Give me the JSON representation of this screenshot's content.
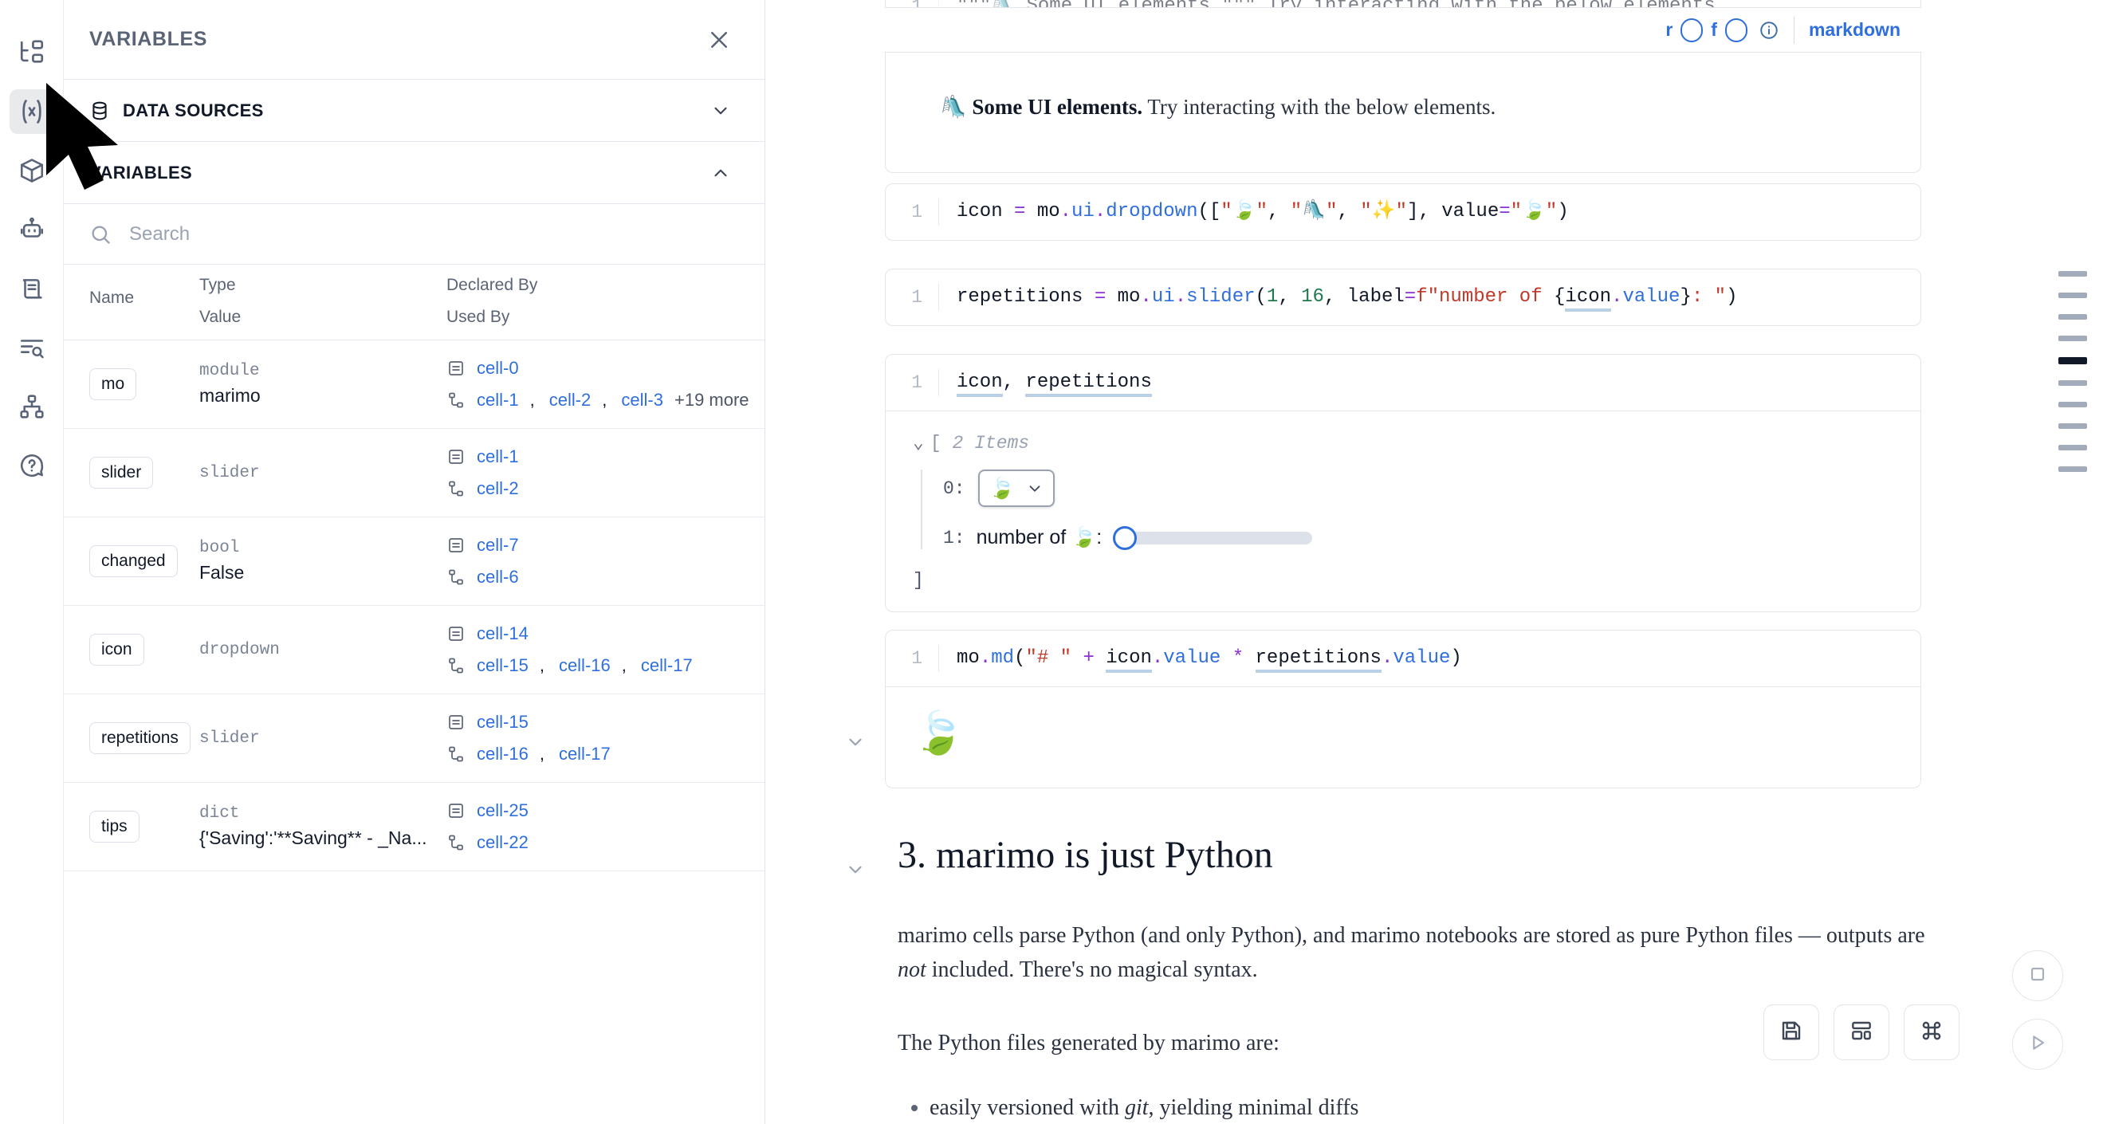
{
  "sidebar": {
    "items": [
      {
        "name": "file-explorer",
        "icon": "file-tree-icon",
        "active": false
      },
      {
        "name": "variables",
        "icon": "variables-fx-icon",
        "active": true
      },
      {
        "name": "packages",
        "icon": "cube-icon",
        "active": false
      },
      {
        "name": "chat",
        "icon": "robot-icon",
        "active": false
      },
      {
        "name": "scratchpad",
        "icon": "scroll-icon",
        "active": false
      },
      {
        "name": "logs",
        "icon": "logs-search-icon",
        "active": false
      },
      {
        "name": "dependency-graph",
        "icon": "sitemap-icon",
        "active": false
      },
      {
        "name": "help",
        "icon": "help-circle-icon",
        "active": false
      }
    ]
  },
  "panel": {
    "title": "VARIABLES",
    "close_icon": "close-icon",
    "sections": [
      {
        "label": "DATA SOURCES",
        "icon": "database-icon",
        "state_icon": "chevron-down-icon",
        "expanded": false
      },
      {
        "label": "VARIABLES",
        "icon": "",
        "state_icon": "chevron-up-icon",
        "expanded": true
      }
    ],
    "search": {
      "placeholder": "Search",
      "value": "",
      "icon": "search-icon"
    },
    "table": {
      "headers": {
        "name": "Name",
        "type": "Type",
        "value": "Value",
        "declared_by": "Declared By",
        "used_by": "Used By"
      },
      "rows": [
        {
          "name": "mo",
          "type": "module",
          "value": "marimo",
          "declared_by": [
            "cell-0"
          ],
          "used_by": [
            "cell-1",
            "cell-2",
            "cell-3"
          ],
          "used_by_more": "+19 more"
        },
        {
          "name": "slider",
          "type": "slider",
          "value": "",
          "declared_by": [
            "cell-1"
          ],
          "used_by": [
            "cell-2"
          ],
          "used_by_more": ""
        },
        {
          "name": "changed",
          "type": "bool",
          "value": "False",
          "declared_by": [
            "cell-7"
          ],
          "used_by": [
            "cell-6"
          ],
          "used_by_more": ""
        },
        {
          "name": "icon",
          "type": "dropdown",
          "value": "",
          "declared_by": [
            "cell-14"
          ],
          "used_by": [
            "cell-15",
            "cell-16",
            "cell-17"
          ],
          "used_by_more": ""
        },
        {
          "name": "repetitions",
          "type": "slider",
          "value": "",
          "declared_by": [
            "cell-15"
          ],
          "used_by": [
            "cell-16",
            "cell-17"
          ],
          "used_by_more": ""
        },
        {
          "name": "tips",
          "type": "dict",
          "value": "{'Saving':'**Saving** - _Na...",
          "declared_by": [
            "cell-25"
          ],
          "used_by": [
            "cell-22"
          ],
          "used_by_more": ""
        }
      ]
    }
  },
  "notebook": {
    "markdown_cell": {
      "line_number": "1",
      "scrolled_source": "\"\"\"🛝 Some UI elements.\"\"\" Try interacting with the below elements.",
      "toolbar": {
        "flag_r": "r",
        "flag_f": "f",
        "info_icon": "info-icon",
        "kind": "markdown",
        "menu_icon": "hamburger-menu-icon",
        "settings_icon": "gear-icon",
        "close_icon": "close-x-icon"
      },
      "rendered_emoji": "🛝",
      "rendered_bold": "Some UI elements.",
      "rendered_rest": " Try interacting with the below elements."
    },
    "cells": [
      {
        "id": "icon-cell",
        "line_number": "1",
        "code_plain": "icon = mo.ui.dropdown([\"🍃\", \"🛝\", \"✨\"], value=\"🍃\")"
      },
      {
        "id": "repetitions-cell",
        "line_number": "1",
        "code_plain": "repetitions = mo.ui.slider(1, 16, label=f\"number of {icon.value}: \")"
      },
      {
        "id": "display-cell",
        "line_number": "1",
        "code_plain": "icon, repetitions",
        "output": {
          "caret_icon": "chevron-down-icon",
          "open_bracket": "[",
          "items_label": "2 Items",
          "close_bracket": "]",
          "entries": [
            {
              "index": "0:",
              "kind": "dropdown",
              "value": "🍃",
              "chevron_icon": "chevron-down-icon"
            },
            {
              "index": "1:",
              "kind": "slider",
              "label": "number of 🍃:",
              "value": 1,
              "min": 1,
              "max": 16
            }
          ]
        }
      },
      {
        "id": "md-output-cell",
        "line_number": "1",
        "code_plain": "mo.md(\"# \" + icon.value * repetitions.value)",
        "output_emoji": "🍃",
        "fold_icon": "chevron-down-icon"
      }
    ],
    "section": {
      "fold_icon": "chevron-down-icon",
      "heading": "3. marimo is just Python",
      "paragraph_1_a": "marimo cells parse Python (and only Python), and marimo notebooks are stored as pure Python files — outputs are ",
      "paragraph_1_italic": "not",
      "paragraph_1_b": " included. There's no magical syntax.",
      "paragraph_2": "The Python files generated by marimo are:",
      "bullets": [
        {
          "pre": "easily versioned with ",
          "italic": "git",
          "post": ", yielding minimal diffs"
        }
      ]
    },
    "minimap": {
      "bars": [
        {
          "active": false
        },
        {
          "active": false
        },
        {
          "active": false
        },
        {
          "active": false
        },
        {
          "active": true
        },
        {
          "active": false
        },
        {
          "active": false
        },
        {
          "active": false
        },
        {
          "active": false
        },
        {
          "active": false
        }
      ]
    },
    "bottom_tools": [
      {
        "name": "save-button",
        "icon": "save-disk-icon"
      },
      {
        "name": "layout-button",
        "icon": "layout-grid-icon"
      },
      {
        "name": "shortcuts-button",
        "icon": "command-key-icon"
      }
    ],
    "round_tools": [
      {
        "name": "stop-button",
        "icon": "stop-square-icon"
      },
      {
        "name": "run-button",
        "icon": "play-triangle-icon"
      }
    ]
  },
  "colors": {
    "accent_link": "#2f6fdd",
    "string_red": "#c0392b",
    "keyword_purple": "#8b2fd6",
    "number_green": "#1f7a4d",
    "danger": "#d04444",
    "muted": "#5b6475"
  }
}
